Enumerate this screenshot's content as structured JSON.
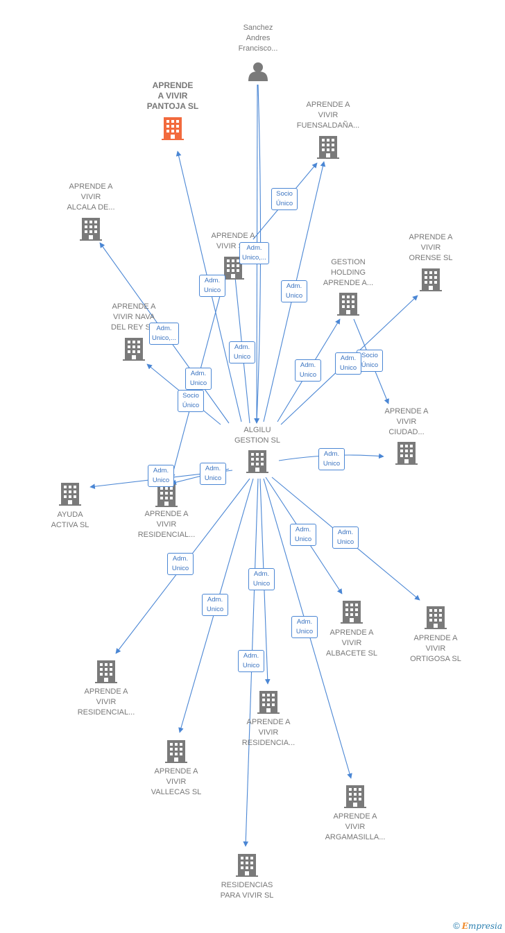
{
  "colors": {
    "edge": "#4a86d4",
    "node": "#7a7a7a",
    "highlight": "#f26a3d",
    "label": "#777777",
    "brand": "#2a7fb0",
    "brand_accent": "#f08c2e"
  },
  "nodes": [
    {
      "id": "sanchez",
      "type": "person",
      "icon": "person-icon",
      "label": "Sanchez\nAndres\nFrancisco..."
    },
    {
      "id": "pantoja",
      "type": "company",
      "icon": "building-icon",
      "highlight": true,
      "label": "APRENDE\nA VIVIR\nPANTOJA SL"
    },
    {
      "id": "fuensaldana",
      "type": "company",
      "icon": "building-icon",
      "label": "APRENDE A\nVIVIR\nFUENSALDAÑA..."
    },
    {
      "id": "alcala",
      "type": "company",
      "icon": "building-icon",
      "label": "APRENDE A\nVIVIR\nALCALA DE..."
    },
    {
      "id": "vivir_s",
      "type": "company",
      "icon": "building-icon",
      "label": "APRENDE A\nVIVIR S..."
    },
    {
      "id": "orense",
      "type": "company",
      "icon": "building-icon",
      "label": "APRENDE A\nVIVIR\nORENSE SL"
    },
    {
      "id": "gestion_holding",
      "type": "company",
      "icon": "building-icon",
      "label": "GESTION\nHOLDING\nAPRENDE A..."
    },
    {
      "id": "nava",
      "type": "company",
      "icon": "building-icon",
      "label": "APRENDE A\nVIVIR NAVA\nDEL REY S..."
    },
    {
      "id": "ciudad",
      "type": "company",
      "icon": "building-icon",
      "label": "APRENDE A\nVIVIR\nCIUDAD..."
    },
    {
      "id": "algilu",
      "type": "company",
      "icon": "building-icon",
      "label": "ALGILU\nGESTION SL"
    },
    {
      "id": "ayuda",
      "type": "company",
      "icon": "building-icon",
      "label": "AYUDA\nACTIVA SL"
    },
    {
      "id": "residencial1",
      "type": "company",
      "icon": "building-icon",
      "label": "APRENDE A\nVIVIR\nRESIDENCIAL..."
    },
    {
      "id": "albacete",
      "type": "company",
      "icon": "building-icon",
      "label": "APRENDE A\nVIVIR\nALBACETE SL"
    },
    {
      "id": "ortigosa",
      "type": "company",
      "icon": "building-icon",
      "label": "APRENDE A\nVIVIR\nORTIGOSA SL"
    },
    {
      "id": "residencial2",
      "type": "company",
      "icon": "building-icon",
      "label": "APRENDE A\nVIVIR\nRESIDENCIAL..."
    },
    {
      "id": "residencia3",
      "type": "company",
      "icon": "building-icon",
      "label": "APRENDE A\nVIVIR\nRESIDENCIA..."
    },
    {
      "id": "vallecas",
      "type": "company",
      "icon": "building-icon",
      "label": "APRENDE A\nVIVIR\nVALLECAS SL"
    },
    {
      "id": "argamasilla",
      "type": "company",
      "icon": "building-icon",
      "label": "APRENDE A\nVIVIR\nARGAMASILLA..."
    },
    {
      "id": "residencias_para",
      "type": "company",
      "icon": "building-icon",
      "label": "RESIDENCIAS\nPARA VIVIR SL"
    }
  ],
  "relations": [
    {
      "label": "Socio\nÚnico"
    },
    {
      "label": "Adm.\nUnico,..."
    },
    {
      "label": "Adm.\nUnico"
    },
    {
      "label": "Adm.\nUnico"
    },
    {
      "label": "Adm.\nUnico,..."
    },
    {
      "label": "Adm.\nUnico"
    },
    {
      "label": "Socio\nÚnico"
    },
    {
      "label": "Adm.\nUnico"
    },
    {
      "label": "Adm.\nUnico"
    },
    {
      "label": "Adm.\nUnico"
    },
    {
      "label": "Socio\nÚnico"
    },
    {
      "label": "Adm.\nUnico"
    },
    {
      "label": "Adm.\nUnico"
    },
    {
      "label": "Adm.\nUnico"
    },
    {
      "label": "Adm.\nUnico"
    },
    {
      "label": "Adm.\nUnico"
    },
    {
      "label": "Adm.\nUnico"
    },
    {
      "label": "Adm.\nUnico"
    },
    {
      "label": "Adm.\nUnico"
    },
    {
      "label": "Adm.\nUnico"
    },
    {
      "label": "Adm.\nUnico"
    }
  ],
  "footer": {
    "copyright": "©",
    "brand_initial": "E",
    "brand_rest": "mpresia"
  }
}
